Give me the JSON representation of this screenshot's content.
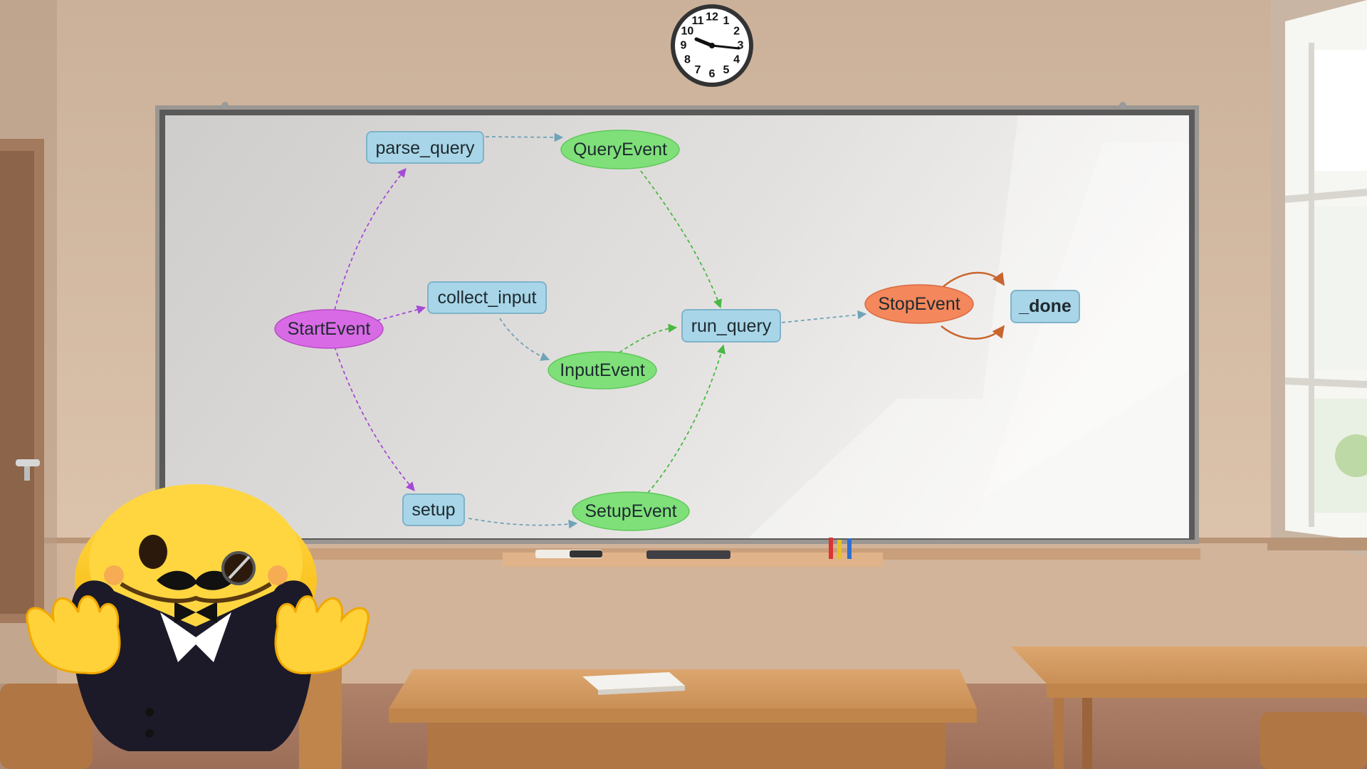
{
  "clock": {
    "numerals": [
      "12",
      "1",
      "2",
      "3",
      "4",
      "5",
      "6",
      "7",
      "8",
      "9",
      "10",
      "11"
    ]
  },
  "diagram": {
    "colors": {
      "function_node": "#a8d5e8",
      "function_stroke": "#7fb3c9",
      "start_event": "#d96ae6",
      "event": "#7fe07a",
      "stop_event": "#f4875c",
      "purple_edge": "#a44ad6",
      "green_edge": "#49b844",
      "blue_edge": "#6fa3b8",
      "orange_edge": "#c9652e"
    },
    "nodes": {
      "parse_query": "parse_query",
      "query_event": "QueryEvent",
      "collect_input": "collect_input",
      "start_event": "StartEvent",
      "input_event": "InputEvent",
      "run_query": "run_query",
      "stop_event": "StopEvent",
      "done": "_done",
      "setup": "setup",
      "setup_event": "SetupEvent"
    }
  }
}
